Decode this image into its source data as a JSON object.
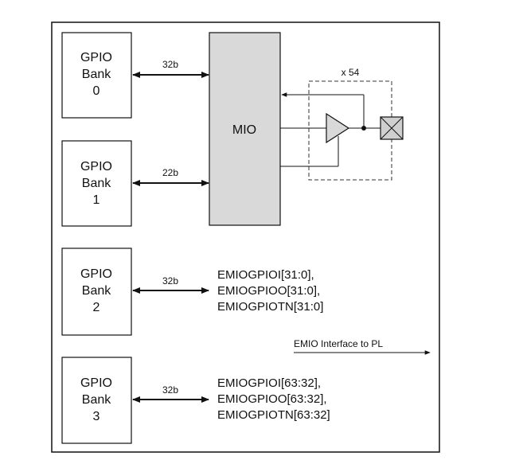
{
  "banks": [
    {
      "line1": "GPIO",
      "line2": "Bank",
      "line3": "0",
      "bus": "32b"
    },
    {
      "line1": "GPIO",
      "line2": "Bank",
      "line3": "1",
      "bus": "22b"
    },
    {
      "line1": "GPIO",
      "line2": "Bank",
      "line3": "2",
      "bus": "32b"
    },
    {
      "line1": "GPIO",
      "line2": "Bank",
      "line3": "3",
      "bus": "32b"
    }
  ],
  "mio": {
    "label": "MIO",
    "count": "x 54"
  },
  "emio_low": [
    "EMIOGPIOI[31:0],",
    "EMIOGPIOO[31:0],",
    "EMIOGPIOTN[31:0]"
  ],
  "emio_high": [
    "EMIOGPIOI[63:32],",
    "EMIOGPIOO[63:32],",
    "EMIOGPIOTN[63:32]"
  ],
  "emio_interface": "EMIO Interface to PL"
}
